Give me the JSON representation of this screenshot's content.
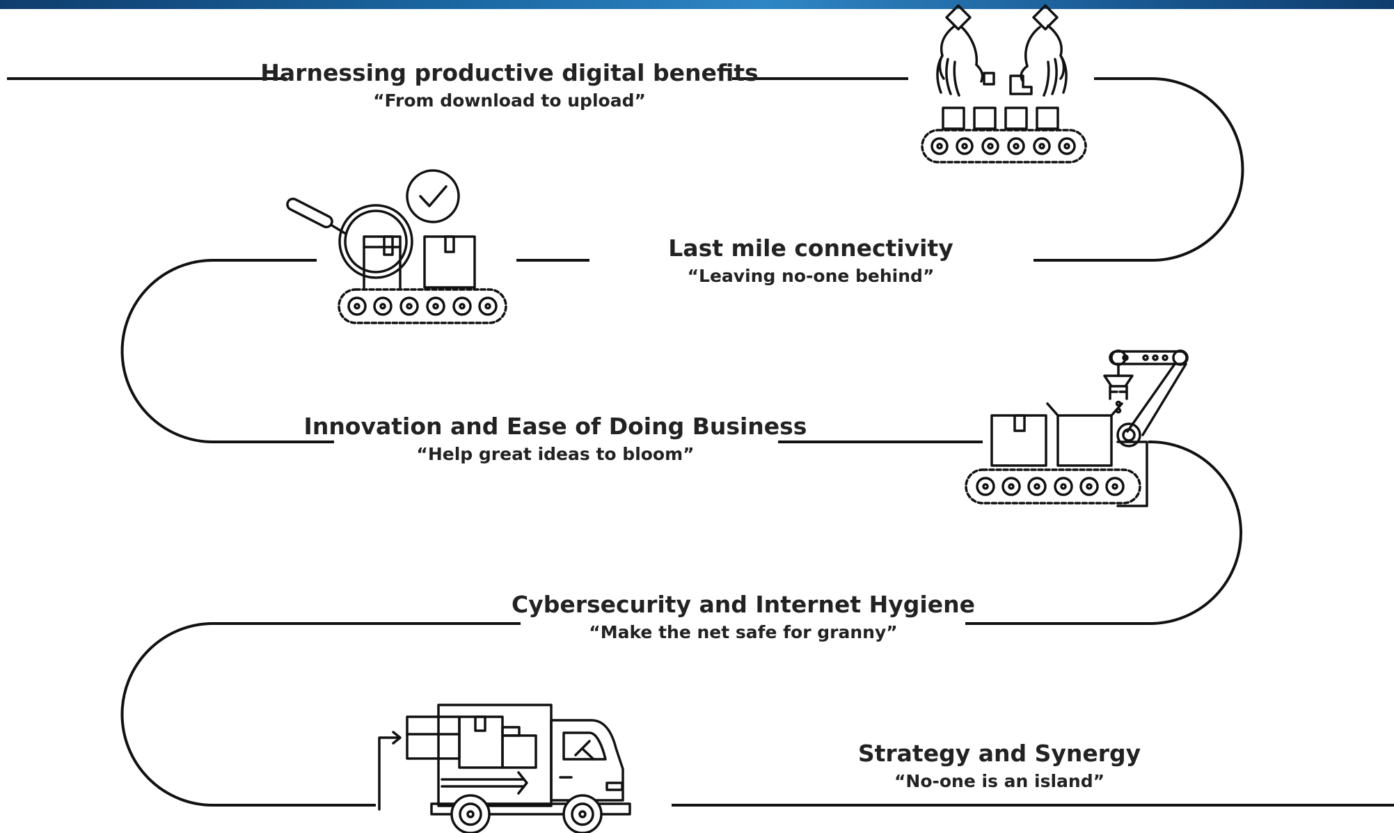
{
  "steps": [
    {
      "title": "Harnessing productive digital benefits",
      "quote": "“From download to upload”"
    },
    {
      "title": "Last mile connectivity",
      "quote": "“Leaving no-one behind”"
    },
    {
      "title": "Innovation and Ease of Doing Business",
      "quote": "“Help great ideas to bloom”"
    },
    {
      "title": "Cybersecurity and Internet Hygiene",
      "quote": "“Make the net safe for granny”"
    },
    {
      "title": "Strategy and Synergy",
      "quote": "“No-one is an island”"
    }
  ],
  "icons": [
    "robot-hands-conveyor-icon",
    "inspection-conveyor-icon",
    "robotic-arm-conveyor-icon",
    "delivery-truck-icon"
  ],
  "colors": {
    "line": "#111111",
    "text": "#222222",
    "banner": "#1c6aa6"
  }
}
